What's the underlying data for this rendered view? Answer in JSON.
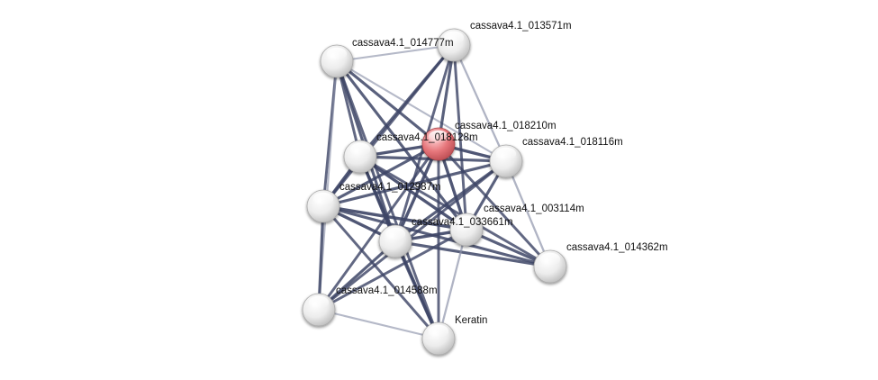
{
  "network": {
    "colors": {
      "node_default": "#e6e6e6",
      "node_query": "#e06b70",
      "edge_dark": "#3d4566",
      "edge_light": "#8a90a8",
      "label": "#111111"
    },
    "nodes": [
      {
        "id": "cassava4.1_014777m",
        "label": "cassava4.1_014777m",
        "query": false
      },
      {
        "id": "cassava4.1_013571m",
        "label": "cassava4.1_013571m",
        "query": false
      },
      {
        "id": "cassava4.1_018210m",
        "label": "cassava4.1_018210m",
        "query": true
      },
      {
        "id": "cassava4.1_018128m",
        "label": "cassava4.1_018128m",
        "query": false
      },
      {
        "id": "cassava4.1_018116m",
        "label": "cassava4.1_018116m",
        "query": false
      },
      {
        "id": "cassava4.1_012987m",
        "label": "cassava4.1_012987m",
        "query": false
      },
      {
        "id": "cassava4.1_003114m",
        "label": "cassava4.1_003114m",
        "query": false
      },
      {
        "id": "cassava4.1_033661m",
        "label": "cassava4.1_033661m",
        "query": false
      },
      {
        "id": "cassava4.1_014362m",
        "label": "cassava4.1_014362m",
        "query": false
      },
      {
        "id": "cassava4.1_014588m",
        "label": "cassava4.1_014588m",
        "query": false
      },
      {
        "id": "Keratin",
        "label": "Keratin",
        "query": false
      }
    ],
    "edges": [
      {
        "source": "cassava4.1_014777m",
        "target": "cassava4.1_018128m",
        "weight": 0.8
      },
      {
        "source": "cassava4.1_014777m",
        "target": "cassava4.1_018210m",
        "weight": 0.9
      },
      {
        "source": "cassava4.1_014777m",
        "target": "cassava4.1_012987m",
        "weight": 0.8
      },
      {
        "source": "cassava4.1_014777m",
        "target": "cassava4.1_033661m",
        "weight": 0.9
      },
      {
        "source": "cassava4.1_014777m",
        "target": "cassava4.1_003114m",
        "weight": 0.9
      },
      {
        "source": "cassava4.1_014777m",
        "target": "cassava4.1_018116m",
        "weight": 0.4
      },
      {
        "source": "cassava4.1_014777m",
        "target": "cassava4.1_013571m",
        "weight": 0.4
      },
      {
        "source": "cassava4.1_014777m",
        "target": "Keratin",
        "weight": 0.8
      },
      {
        "source": "cassava4.1_014777m",
        "target": "cassava4.1_014588m",
        "weight": 0.4
      },
      {
        "source": "cassava4.1_013571m",
        "target": "cassava4.1_018210m",
        "weight": 0.9
      },
      {
        "source": "cassava4.1_013571m",
        "target": "cassava4.1_018128m",
        "weight": 0.9
      },
      {
        "source": "cassava4.1_013571m",
        "target": "cassava4.1_018116m",
        "weight": 0.5
      },
      {
        "source": "cassava4.1_013571m",
        "target": "cassava4.1_012987m",
        "weight": 0.8
      },
      {
        "source": "cassava4.1_013571m",
        "target": "cassava4.1_033661m",
        "weight": 0.8
      },
      {
        "source": "cassava4.1_013571m",
        "target": "cassava4.1_003114m",
        "weight": 0.8
      },
      {
        "source": "cassava4.1_018210m",
        "target": "cassava4.1_018128m",
        "weight": 1.0
      },
      {
        "source": "cassava4.1_018210m",
        "target": "cassava4.1_018116m",
        "weight": 1.0
      },
      {
        "source": "cassava4.1_018210m",
        "target": "cassava4.1_012987m",
        "weight": 0.9
      },
      {
        "source": "cassava4.1_018210m",
        "target": "cassava4.1_033661m",
        "weight": 1.0
      },
      {
        "source": "cassava4.1_018210m",
        "target": "cassava4.1_003114m",
        "weight": 1.0
      },
      {
        "source": "cassava4.1_018210m",
        "target": "cassava4.1_014362m",
        "weight": 0.8
      },
      {
        "source": "cassava4.1_018210m",
        "target": "cassava4.1_014588m",
        "weight": 0.8
      },
      {
        "source": "cassava4.1_018210m",
        "target": "Keratin",
        "weight": 0.8
      },
      {
        "source": "cassava4.1_018128m",
        "target": "cassava4.1_018116m",
        "weight": 0.9
      },
      {
        "source": "cassava4.1_018128m",
        "target": "cassava4.1_012987m",
        "weight": 1.0
      },
      {
        "source": "cassava4.1_018128m",
        "target": "cassava4.1_033661m",
        "weight": 1.0
      },
      {
        "source": "cassava4.1_018128m",
        "target": "cassava4.1_003114m",
        "weight": 1.0
      },
      {
        "source": "cassava4.1_018128m",
        "target": "cassava4.1_014362m",
        "weight": 0.8
      },
      {
        "source": "cassava4.1_018128m",
        "target": "Keratin",
        "weight": 0.9
      },
      {
        "source": "cassava4.1_018116m",
        "target": "cassava4.1_012987m",
        "weight": 0.9
      },
      {
        "source": "cassava4.1_018116m",
        "target": "cassava4.1_033661m",
        "weight": 0.9
      },
      {
        "source": "cassava4.1_018116m",
        "target": "cassava4.1_003114m",
        "weight": 0.9
      },
      {
        "source": "cassava4.1_018116m",
        "target": "cassava4.1_014362m",
        "weight": 0.5
      },
      {
        "source": "cassava4.1_018116m",
        "target": "cassava4.1_014588m",
        "weight": 0.8
      },
      {
        "source": "cassava4.1_012987m",
        "target": "cassava4.1_033661m",
        "weight": 1.0
      },
      {
        "source": "cassava4.1_012987m",
        "target": "cassava4.1_003114m",
        "weight": 1.0
      },
      {
        "source": "cassava4.1_012987m",
        "target": "cassava4.1_014362m",
        "weight": 0.9
      },
      {
        "source": "cassava4.1_012987m",
        "target": "cassava4.1_014588m",
        "weight": 0.9
      },
      {
        "source": "cassava4.1_012987m",
        "target": "Keratin",
        "weight": 0.8
      },
      {
        "source": "cassava4.1_033661m",
        "target": "cassava4.1_003114m",
        "weight": 1.0
      },
      {
        "source": "cassava4.1_033661m",
        "target": "cassava4.1_014362m",
        "weight": 0.9
      },
      {
        "source": "cassava4.1_033661m",
        "target": "cassava4.1_014588m",
        "weight": 0.9
      },
      {
        "source": "cassava4.1_033661m",
        "target": "Keratin",
        "weight": 0.9
      },
      {
        "source": "cassava4.1_003114m",
        "target": "cassava4.1_014362m",
        "weight": 0.9
      },
      {
        "source": "cassava4.1_003114m",
        "target": "cassava4.1_014588m",
        "weight": 0.8
      },
      {
        "source": "cassava4.1_003114m",
        "target": "Keratin",
        "weight": 0.5
      },
      {
        "source": "cassava4.1_014588m",
        "target": "Keratin",
        "weight": 0.4
      }
    ]
  }
}
